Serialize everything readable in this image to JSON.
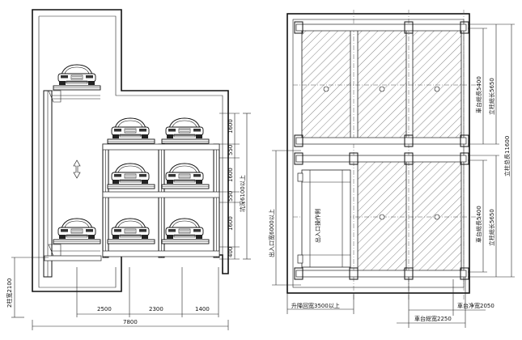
{
  "side_view": {
    "levels": [
      "1600",
      "550",
      "1600",
      "550",
      "1600",
      "400"
    ],
    "pit_depth": "坑深6100以上",
    "left_dim": "2柱宽2100",
    "bottom_dims": [
      "2500",
      "2300",
      "1400"
    ],
    "total_width": "7800"
  },
  "plan_view": {
    "upper_platform": [
      "車台総長5400",
      "立柱総长5650"
    ],
    "total_length": "立柱总長11600",
    "lower_platform": [
      "車台総長5400",
      "立柱総长5650"
    ],
    "entry_length": "出入口宽6000以上",
    "entry_note": "出入口操作側",
    "entry_width": "升降回宽3500以上",
    "platform_net_width": "車台净宽2050",
    "platform_width": "車台総宽2250"
  }
}
